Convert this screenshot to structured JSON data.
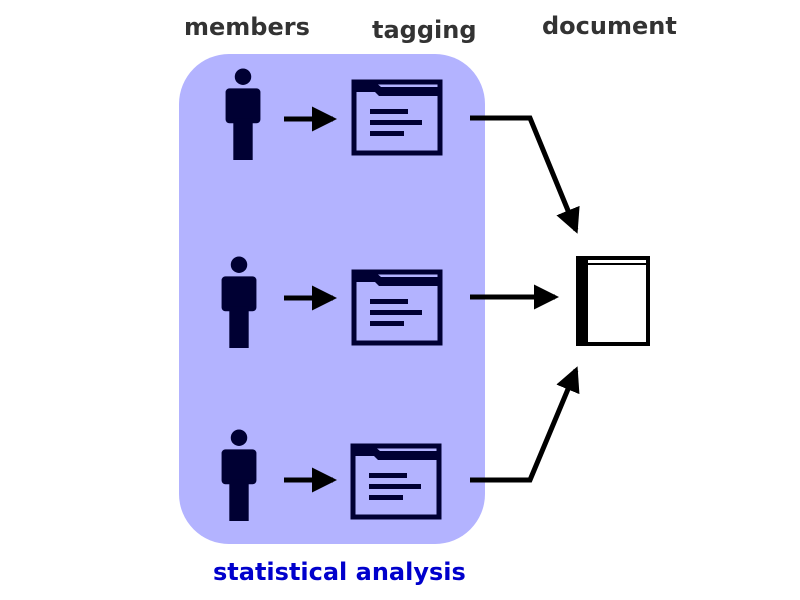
{
  "headings": {
    "members": "members",
    "tagging": "tagging",
    "document": "document"
  },
  "caption": "statistical analysis",
  "colors": {
    "region_fill": "#b3b3ff",
    "figure": "#000033",
    "line": "#000000",
    "heading": "#333333",
    "caption": "#0000cc"
  },
  "icons": {
    "member": "person-icon",
    "tag": "folder-icon",
    "document": "book-icon"
  },
  "rows": [
    {
      "member": "member-1",
      "tag": "tag-folder-1"
    },
    {
      "member": "member-2",
      "tag": "tag-folder-2"
    },
    {
      "member": "member-3",
      "tag": "tag-folder-3"
    }
  ]
}
